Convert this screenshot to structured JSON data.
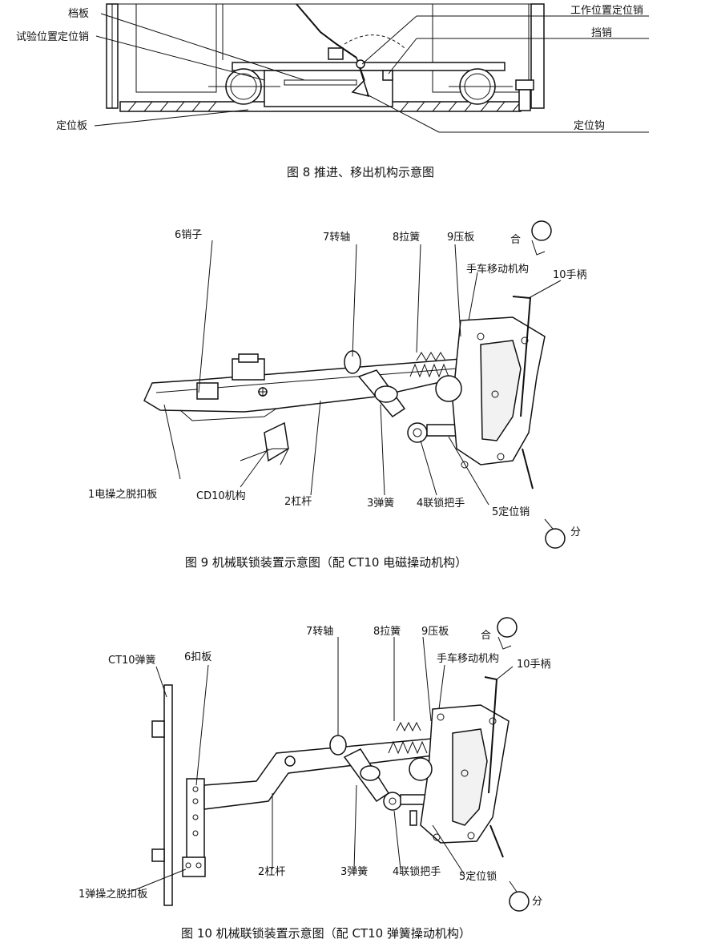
{
  "fig8": {
    "caption": "图 8 推进、移出机构示意图",
    "labels": {
      "dangban": "档板",
      "shiyan": "试验位置定位销",
      "dingweiban": "定位板",
      "gongzuo": "工作位置定位销",
      "dangxiao": "挡销",
      "dingweigou": "定位钩"
    }
  },
  "fig9": {
    "caption": "图 9 机械联锁装置示意图（配 CT10 电磁操动机构）",
    "labels": {
      "pin6": "6销子",
      "shaft7": "7转轴",
      "spring8": "8拉簧",
      "plate9": "9压板",
      "he": "合",
      "cart": "手车移动机构",
      "handle10": "10手柄",
      "trip1": "1电操之脱扣板",
      "cd10": "CD10机构",
      "lever2": "2杠杆",
      "spring3": "3弹簧",
      "interlock4": "4联锁把手",
      "lock5": "5定位销",
      "fen": "分"
    }
  },
  "fig10": {
    "caption": "图 10 机械联锁装置示意图（配 CT10 弹簧操动机构）",
    "labels": {
      "ct10spring": "CT10弹簧",
      "plate6": "6扣板",
      "shaft7": "7转轴",
      "spring8": "8拉簧",
      "plate9": "9压板",
      "he": "合",
      "cart": "手车移动机构",
      "handle10": "10手柄",
      "lever2": "2杠杆",
      "spring3": "3弹簧",
      "interlock4": "4联锁把手",
      "lock5": "5定位锁",
      "trip1": "1弹操之脱扣板",
      "fen": "分"
    }
  }
}
